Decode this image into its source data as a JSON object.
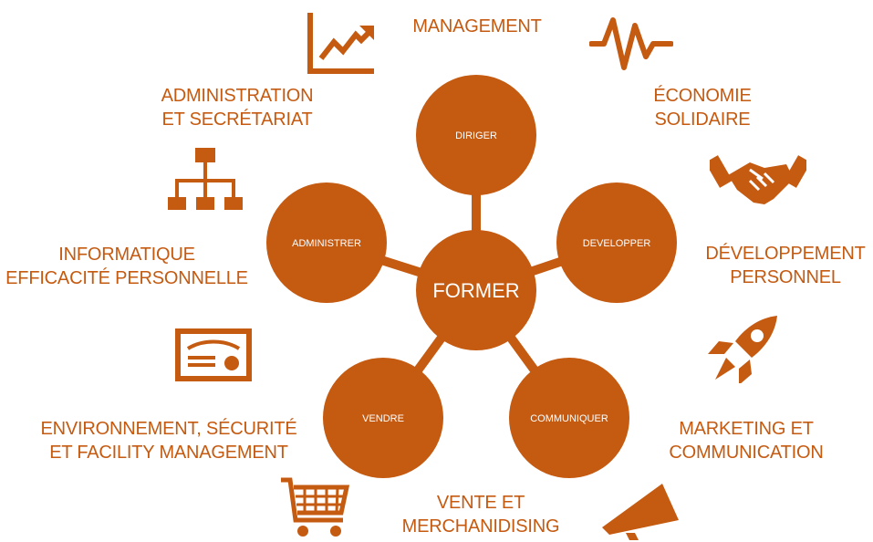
{
  "colors": {
    "accent": "#c55a11",
    "text_on_accent": "#ffffff"
  },
  "center": {
    "label": "FORMER"
  },
  "nodes": [
    {
      "id": "diriger",
      "label": "DIRIGER"
    },
    {
      "id": "developper",
      "label": "DEVELOPPER"
    },
    {
      "id": "communiquer",
      "label": "COMMUNIQUER"
    },
    {
      "id": "vendre",
      "label": "VENDRE"
    },
    {
      "id": "administrer",
      "label": "ADMINISTRER"
    }
  ],
  "domains": {
    "management": [
      "MANAGEMENT"
    ],
    "economie": [
      "ÉCONOMIE",
      "SOLIDAIRE"
    ],
    "developpement": [
      "DÉVELOPPEMENT",
      "PERSONNEL"
    ],
    "marketing": [
      "MARKETING ET",
      "COMMUNICATION"
    ],
    "vente": [
      "VENTE ET",
      "MERCHANIDISING"
    ],
    "environnement": [
      "ENVIRONNEMENT, SÉCURITÉ",
      "ET FACILITY MANAGEMENT"
    ],
    "informatique": [
      "INFORMATIQUE",
      "EFFICACITÉ PERSONNELLE"
    ],
    "administration": [
      "ADMINISTRATION",
      "ET SECRÉTARIAT"
    ]
  },
  "icons": [
    "growth-chart-icon",
    "pulse-line-icon",
    "handshake-icon",
    "rocket-icon",
    "megaphone-icon",
    "shopping-cart-icon",
    "certificate-icon",
    "org-chart-icon"
  ]
}
